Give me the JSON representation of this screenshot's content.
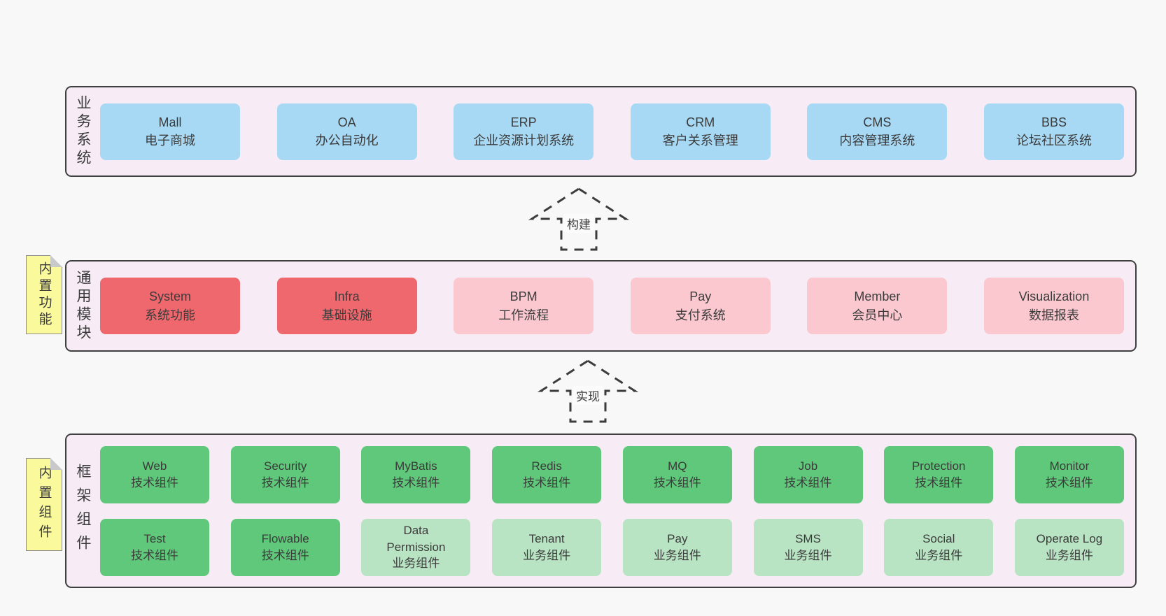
{
  "colors": {
    "c-bg": "#f8f8f8",
    "c-panel": "#f7ecf5",
    "c-border": "#3f3f3f",
    "c-blue": "#a8d9f4",
    "c-red": "#ef686d",
    "c-pink": "#fbc8d0",
    "c-green": "#5fc87a",
    "c-greenlight": "#b9e4c3",
    "c-note": "#fafa9d",
    "c-notefold": "#c9c9c9",
    "c-text": "#3b3b3b"
  },
  "business": {
    "label": "业务系统",
    "boxes": [
      {
        "en": "Mall",
        "zh": "电子商城"
      },
      {
        "en": "OA",
        "zh": "办公自动化"
      },
      {
        "en": "ERP",
        "zh": "企业资源计划系统"
      },
      {
        "en": "CRM",
        "zh": "客户关系管理"
      },
      {
        "en": "CMS",
        "zh": "内容管理系统"
      },
      {
        "en": "BBS",
        "zh": "论坛社区系统"
      }
    ]
  },
  "arrows": {
    "build": "构建",
    "implement": "实现"
  },
  "modules": {
    "label": "通用模块",
    "note": "内置功能",
    "boxes": [
      {
        "en": "System",
        "zh": "系统功能"
      },
      {
        "en": "Infra",
        "zh": "基础设施"
      },
      {
        "en": "BPM",
        "zh": "工作流程"
      },
      {
        "en": "Pay",
        "zh": "支付系统"
      },
      {
        "en": "Member",
        "zh": "会员中心"
      },
      {
        "en": "Visualization",
        "zh": "数据报表"
      }
    ]
  },
  "components": {
    "label": "框架组件",
    "note": "内置组件",
    "row1": [
      {
        "en": "Web",
        "zh": "技术组件"
      },
      {
        "en": "Security",
        "zh": "技术组件"
      },
      {
        "en": "MyBatis",
        "zh": "技术组件"
      },
      {
        "en": "Redis",
        "zh": "技术组件"
      },
      {
        "en": "MQ",
        "zh": "技术组件"
      },
      {
        "en": "Job",
        "zh": "技术组件"
      },
      {
        "en": "Protection",
        "zh": "技术组件"
      },
      {
        "en": "Monitor",
        "zh": "技术组件"
      }
    ],
    "row2": [
      {
        "en": "Test",
        "zh": "技术组件"
      },
      {
        "en": "Flowable",
        "zh": "技术组件"
      },
      {
        "en": "Data Permission",
        "zh": "业务组件"
      },
      {
        "en": "Tenant",
        "zh": "业务组件"
      },
      {
        "en": "Pay",
        "zh": "业务组件"
      },
      {
        "en": "SMS",
        "zh": "业务组件"
      },
      {
        "en": "Social",
        "zh": "业务组件"
      },
      {
        "en": "Operate Log",
        "zh": "业务组件"
      }
    ]
  }
}
